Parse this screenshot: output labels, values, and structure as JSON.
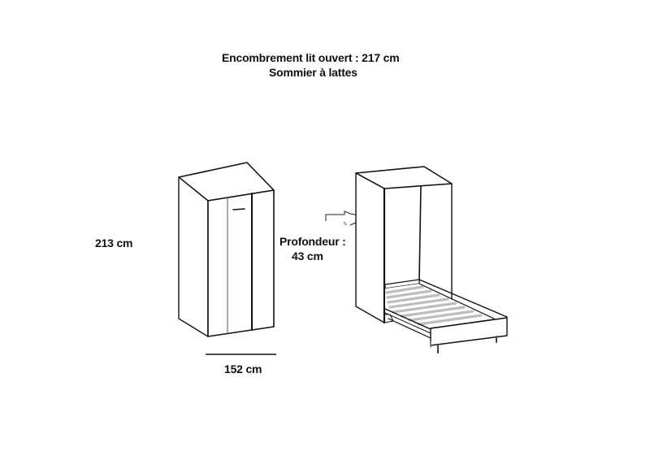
{
  "header": {
    "line1": "Encombrement lit ouvert :  217 cm",
    "line2": "Sommier à lattes"
  },
  "dimensions": {
    "height": "213 cm",
    "width": "152 cm",
    "depth_label": "Profondeur :",
    "depth_value": "43 cm"
  },
  "figures": {
    "closed": "wardrobe-bed-closed",
    "open": "wardrobe-bed-open-with-slatted-base"
  },
  "colors": {
    "line": "#111111",
    "slat": "#bdbdbd",
    "background": "#ffffff"
  }
}
